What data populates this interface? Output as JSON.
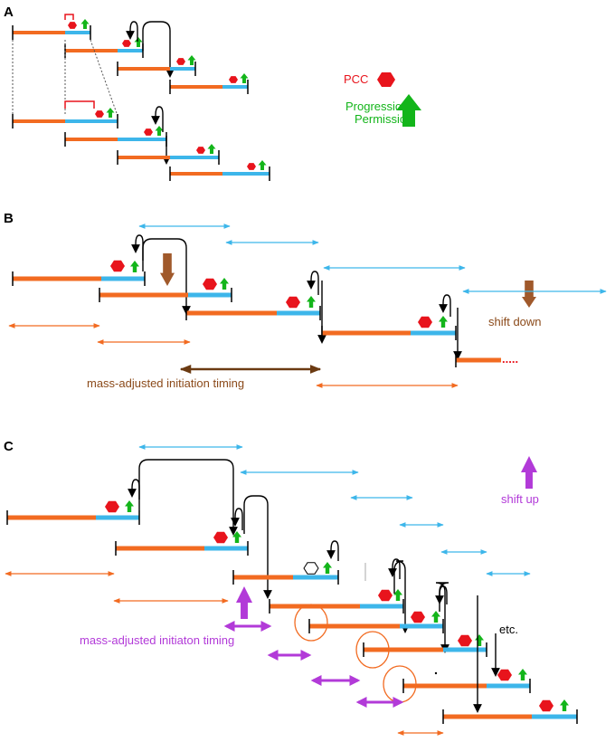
{
  "figure": {
    "panels": [
      "A",
      "B",
      "C"
    ]
  },
  "legend": {
    "pcc_label": "PCC",
    "progression_label_line1": "Progression",
    "progression_label_line2": "Permission"
  },
  "annotations": {
    "shift_down": "shift down",
    "shift_up": "shift up",
    "mass_timing_b": "mass-adjusted initiation timing",
    "mass_timing_c": "mass-adjusted initiaton timing",
    "etc": "etc.",
    "dots": "....."
  },
  "colors": {
    "orange": "#f26b21",
    "blue": "#3db6ea",
    "pcc_red": "#e8141c",
    "permission_green": "#13b51a",
    "brown": "#8b4a1a",
    "brown_arrow": "#a0592b",
    "purple": "#b23ad8",
    "legend_red": "#e8141c",
    "legend_green": "#13b51a"
  },
  "icons": [
    "pcc-hexagon-icon",
    "permission-arrow-icon",
    "shift-down-arrow-icon",
    "shift-up-arrow-icon"
  ]
}
